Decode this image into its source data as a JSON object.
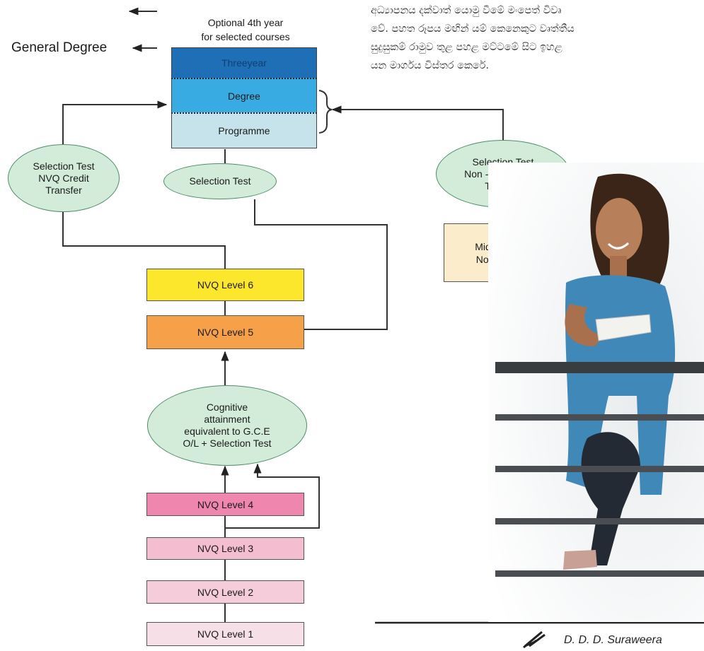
{
  "header": {
    "optional_line1": "Optional 4th year",
    "optional_line2": "for selected courses",
    "general_degree": "General Degree"
  },
  "degree_stack": {
    "threeyear": "Threeyear",
    "degree": "Degree",
    "programme": "Programme"
  },
  "ovals": {
    "left_line1": "Selection Test",
    "left_line2": "NVQ Credit",
    "left_line3": "Transfer",
    "center": "Selection Test",
    "right_line1": "Selection Test",
    "right_line2": "Non - NVQ Credit",
    "right_line3": "Transfer",
    "cognitive_line1": "Cognitive",
    "cognitive_line2": "attainment",
    "cognitive_line3": "equivalent to G.C.E",
    "cognitive_line4": "O/L + Selection Test"
  },
  "middle_level": {
    "line1": "Middle Level",
    "line2": "Non - NVQs"
  },
  "levels": {
    "l6": "NVQ Level 6",
    "l5": "NVQ Level 5",
    "l4": "NVQ Level 4",
    "l3": "NVQ Level 3",
    "l2": "NVQ Level 2",
    "l1": "NVQ Level 1"
  },
  "sinhala_text": {
    "line1": "අධ්‍යාපනය දක්වාත් යොමු වීමේ මංපෙත් විවෘ",
    "line2": "වේ. පහත රූපය මඟින් යම් කෙනෙකුට වෘත්තීය",
    "line3": "සුදුසුකම් රාමුව තුළ පහළ මට්ටමේ සිට ඉහළ",
    "line4": "යන මාර්ගය විස්තර කෙරේ."
  },
  "author": "D. D. D. Suraweera",
  "colors": {
    "threeyear": "#1f6fb6",
    "degree": "#38ace2",
    "programme": "#c6e2ea",
    "nvq6": "#fde72c",
    "nvq5": "#f7a04a",
    "nvq4": "#ee86ad",
    "nvq3": "#f5bdd0",
    "nvq2": "#f5cdda",
    "nvq1": "#f6dfe6",
    "oval_fill": "#d3ecd9",
    "middle_fill": "#fbeccc"
  }
}
